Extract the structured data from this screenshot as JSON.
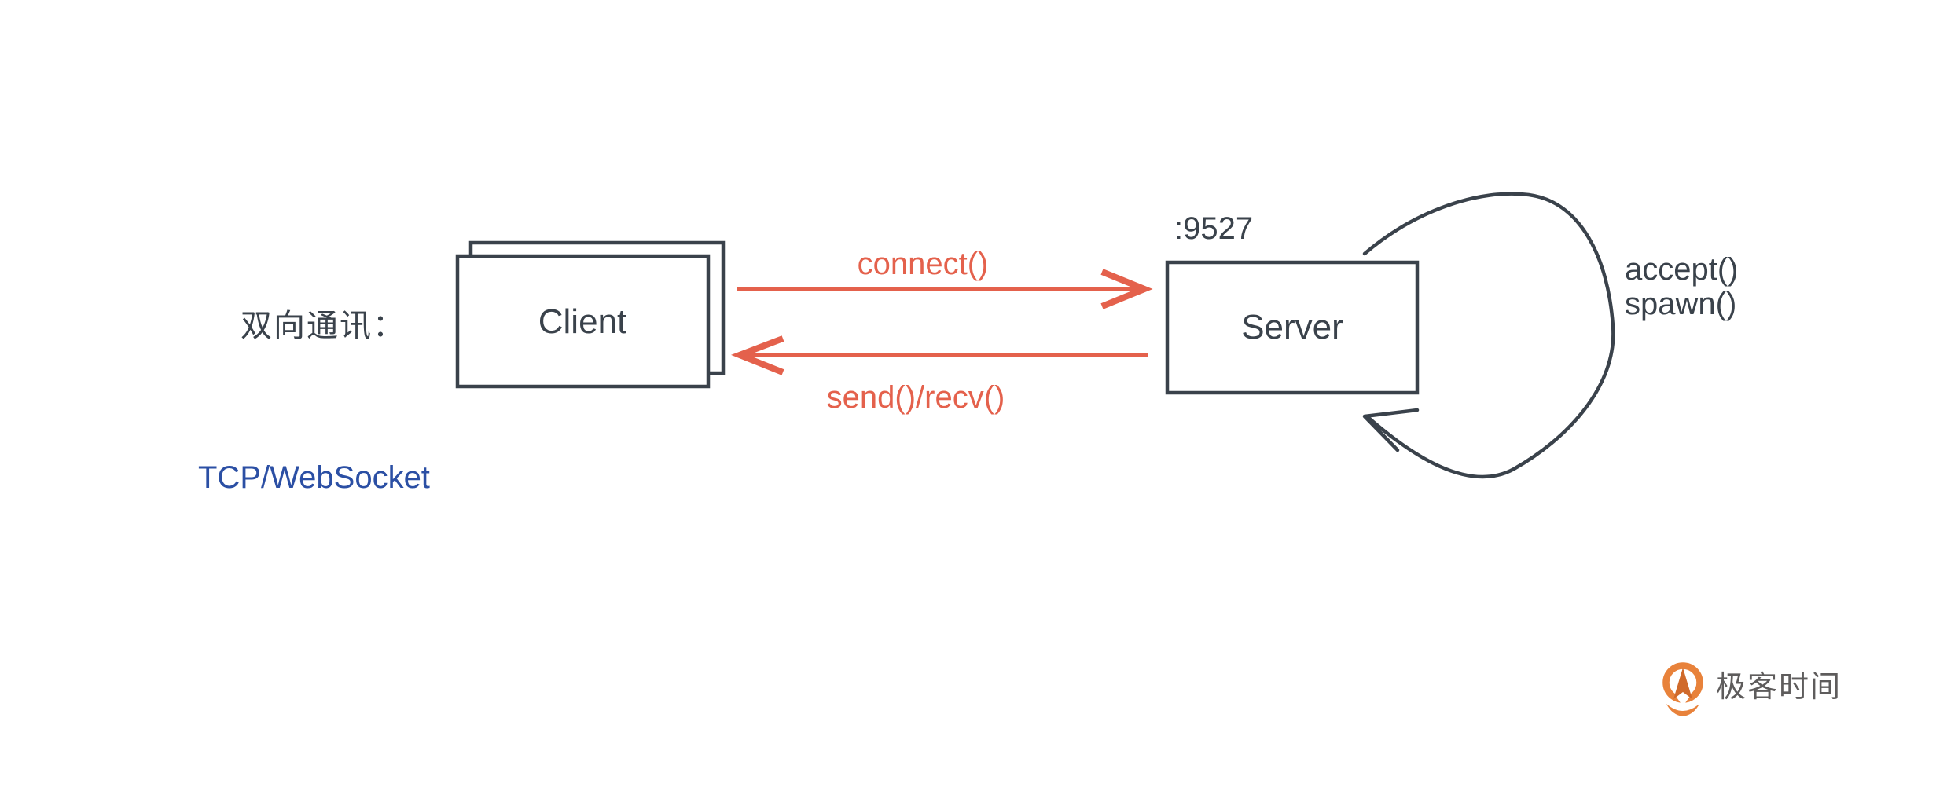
{
  "page": {
    "background": "#ffffff"
  },
  "labels": {
    "bidirectional": "双向通讯：",
    "transport": "TCP/WebSocket",
    "connect": "connect()",
    "send_recv": "send()/recv()",
    "port": ":9527",
    "accept": "accept()",
    "spawn": "spawn()"
  },
  "nodes": {
    "client": "Client",
    "server": "Server"
  },
  "logo": {
    "text": "极客时间"
  },
  "colors": {
    "outline": "#3A424B",
    "arrow": "#E4614C",
    "transport_blue": "#2B4FA4",
    "logo_orange": "#E8823B",
    "logo_orange_dark": "#D06A2B",
    "logo_text": "#5E5C5C"
  }
}
